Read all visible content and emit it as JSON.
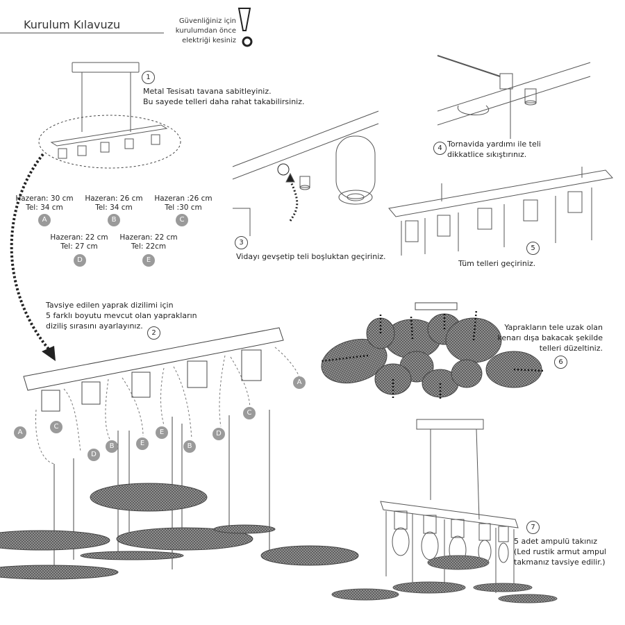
{
  "header": {
    "title": "Kurulum Kılavuzu",
    "warning_lines": [
      "Güvenliğiniz için",
      "kurulumdan önce",
      "elektriği kesiniz"
    ],
    "warning_icon": "exclamation-icon",
    "hand_icon": "pointing-hand-icon"
  },
  "steps": {
    "s1": {
      "num": "1",
      "lines": [
        "Metal Tesisatı tavana sabitleyiniz.",
        "Bu sayede telleri daha rahat takabilirsiniz."
      ]
    },
    "s2": {
      "num": "2",
      "lines": [
        "Tavsiye edilen yaprak dizilimi için",
        "5 farklı boyutu mevcut olan yaprakların",
        "diziliş sırasını ayarlayınız."
      ]
    },
    "s3": {
      "num": "3",
      "lines": [
        "Vidayı gevşetip teli boşluktan geçiriniz."
      ]
    },
    "s4": {
      "num": "4",
      "lines": [
        "Tornavida yardımı ile teli",
        "dikkatlice sıkıştırınız."
      ]
    },
    "s5": {
      "num": "5",
      "lines": [
        "Tüm telleri geçiriniz."
      ]
    },
    "s6": {
      "num": "6",
      "lines": [
        "Yaprakların tele uzak olan",
        "kenarı dışa bakacak şekilde",
        "telleri düzeltiniz."
      ]
    },
    "s7": {
      "num": "7",
      "lines": [
        "5 adet ampulü takınız",
        "(Led rustik armut ampul",
        "takmanız tavsiye edilir.)"
      ]
    }
  },
  "cables": [
    {
      "label": "A",
      "lines": [
        "Hazeran: 30 cm",
        "Tel: 34 cm"
      ]
    },
    {
      "label": "B",
      "lines": [
        "Hazeran: 26 cm",
        "Tel: 34 cm"
      ]
    },
    {
      "label": "C",
      "lines": [
        "Hazeran :26 cm",
        "Tel :30 cm"
      ]
    },
    {
      "label": "D",
      "lines": [
        "Hazeran: 22 cm",
        "Tel: 27 cm"
      ]
    },
    {
      "label": "E",
      "lines": [
        "Hazeran: 22 cm",
        "Tel: 22cm"
      ]
    }
  ],
  "diagram_labels": {
    "main_bar": [
      "A",
      "C",
      "D",
      "B",
      "E",
      "E",
      "B",
      "D",
      "C",
      "A"
    ]
  },
  "colors": {
    "line": "#444444",
    "badge": "#9a9a9a",
    "mesh": "#5a5a5a"
  }
}
